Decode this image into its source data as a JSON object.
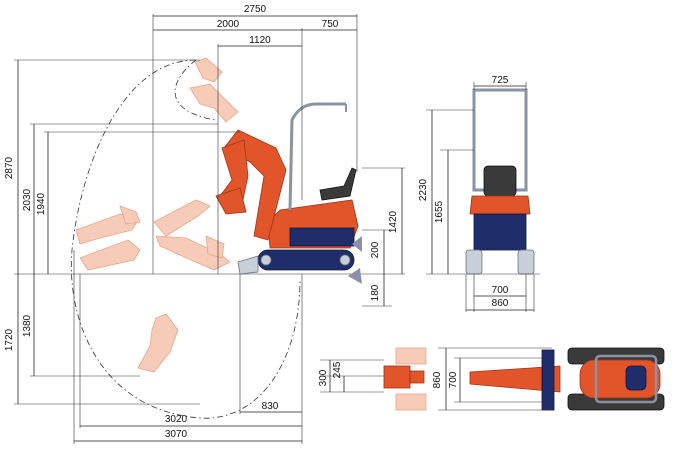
{
  "dimensions": {
    "overall_length_top": "2750",
    "boom_reach_left": "2000",
    "tail_right": "750",
    "mid_width": "1120",
    "max_height": "2870",
    "dump_height": "2030",
    "dump_height_2": "1940",
    "dig_depth": "1720",
    "vertical_wall_depth": "1380",
    "front_reach_bottom": "3020",
    "max_reach_bottom": "3070",
    "blade_offset_bottom": "830",
    "blade_up": "200",
    "cab_height": "1420",
    "blade_down": "180",
    "front_width_top": "725",
    "front_height": "2230",
    "front_height_2": "1655",
    "track_gauge": "700",
    "track_width": "860",
    "plan_offset_300": "300",
    "plan_offset_245": "245",
    "plan_width_860": "860",
    "plan_width_700": "700"
  },
  "colors": {
    "accent_orange": "#e2552a",
    "undercarriage_navy": "#1f2d6b",
    "ghost_orange": "#f6cbb7",
    "canopy_steel": "#c9cfd8"
  }
}
